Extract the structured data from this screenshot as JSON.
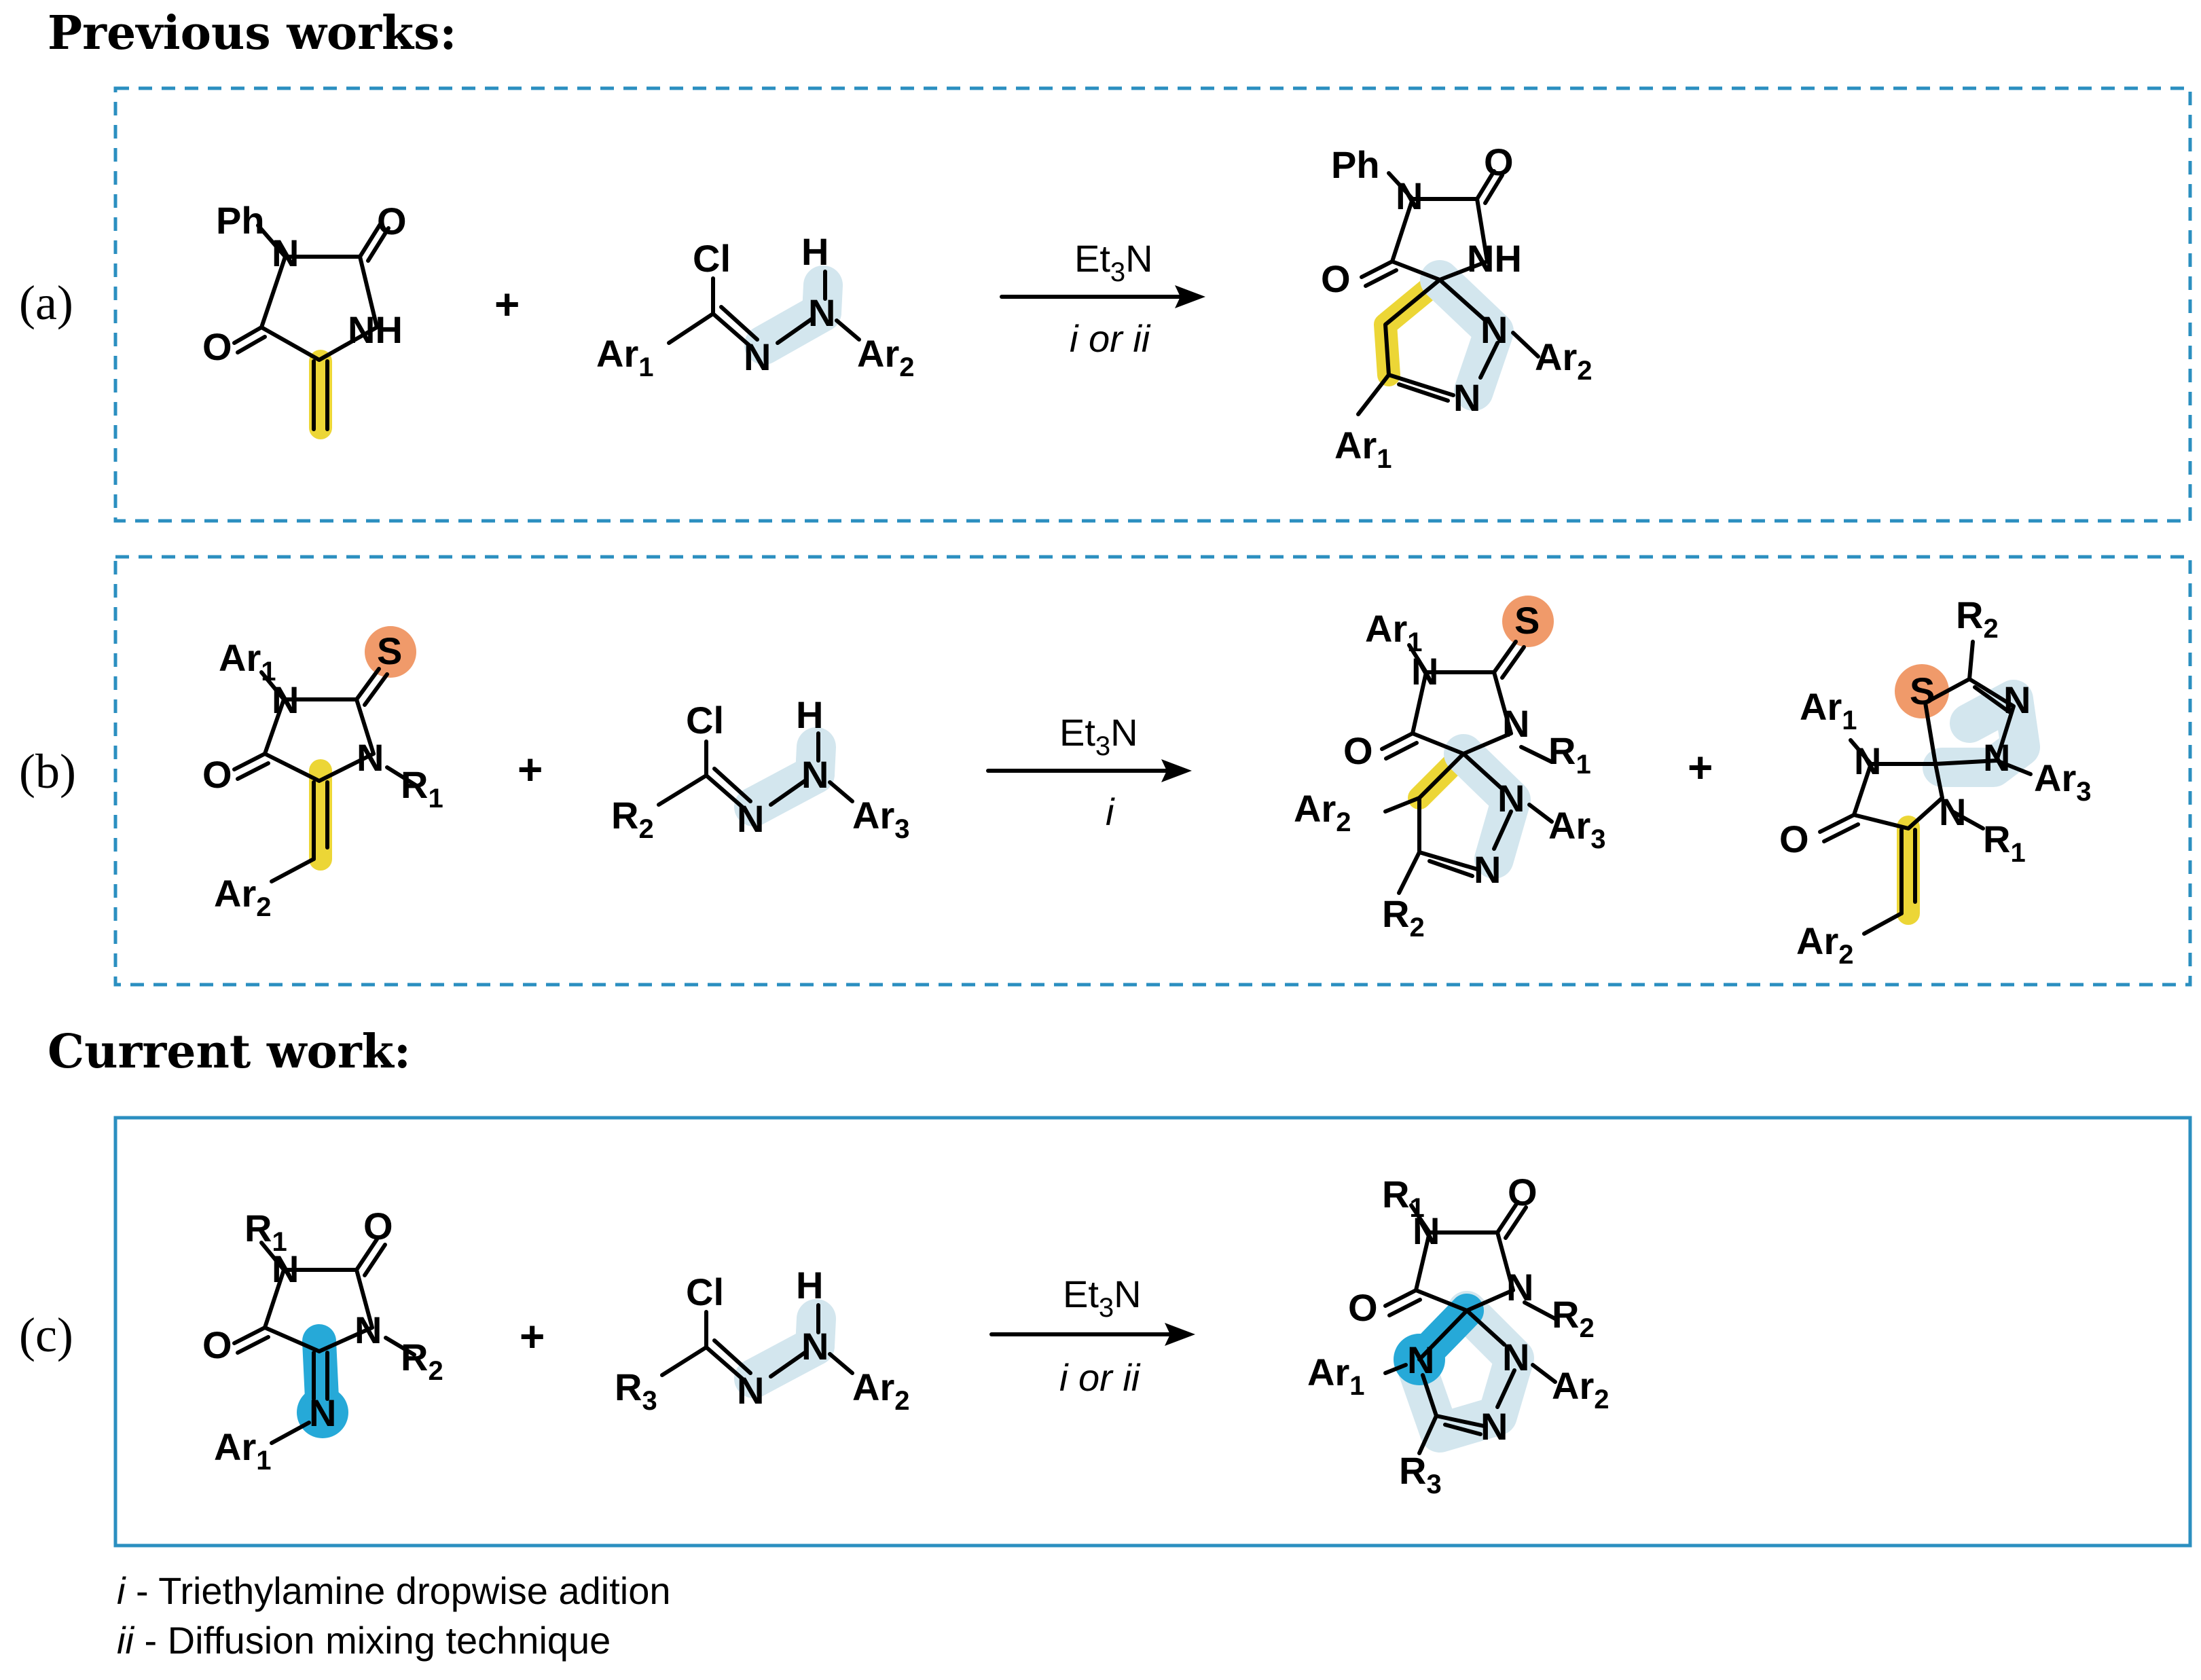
{
  "headings": {
    "previous": "Previous works:",
    "current": "Current work:"
  },
  "panels": {
    "a": {
      "label": "(a)",
      "reagent": "Et3N",
      "conditions": "i or ii"
    },
    "b": {
      "label": "(b)",
      "reagent": "Et3N",
      "conditions": "i"
    },
    "c": {
      "label": "(c)",
      "reagent": "Et3N",
      "conditions": "i or ii"
    }
  },
  "atoms": {
    "Ph": "Ph",
    "O": "O",
    "N": "N",
    "NH": "NH",
    "H": "H",
    "Cl": "Cl",
    "S": "S",
    "Ar": "Ar",
    "R": "R",
    "sub1": "1",
    "sub2": "2",
    "sub3": "3",
    "plus": "+"
  },
  "footnotes": {
    "i_marker": "i",
    "i_text": " - Triethylamine dropwise adition",
    "ii_marker": "ii",
    "ii_text": " - Diffusion mixing technique"
  },
  "colors": {
    "dashed_border": "#2b8fc0",
    "solid_border": "#2b8fc0",
    "highlight_yellow": "#ecd636",
    "highlight_orange": "#f09a6a",
    "highlight_blue": "#d3e6ee",
    "highlight_cyan": "#26a9d8"
  }
}
